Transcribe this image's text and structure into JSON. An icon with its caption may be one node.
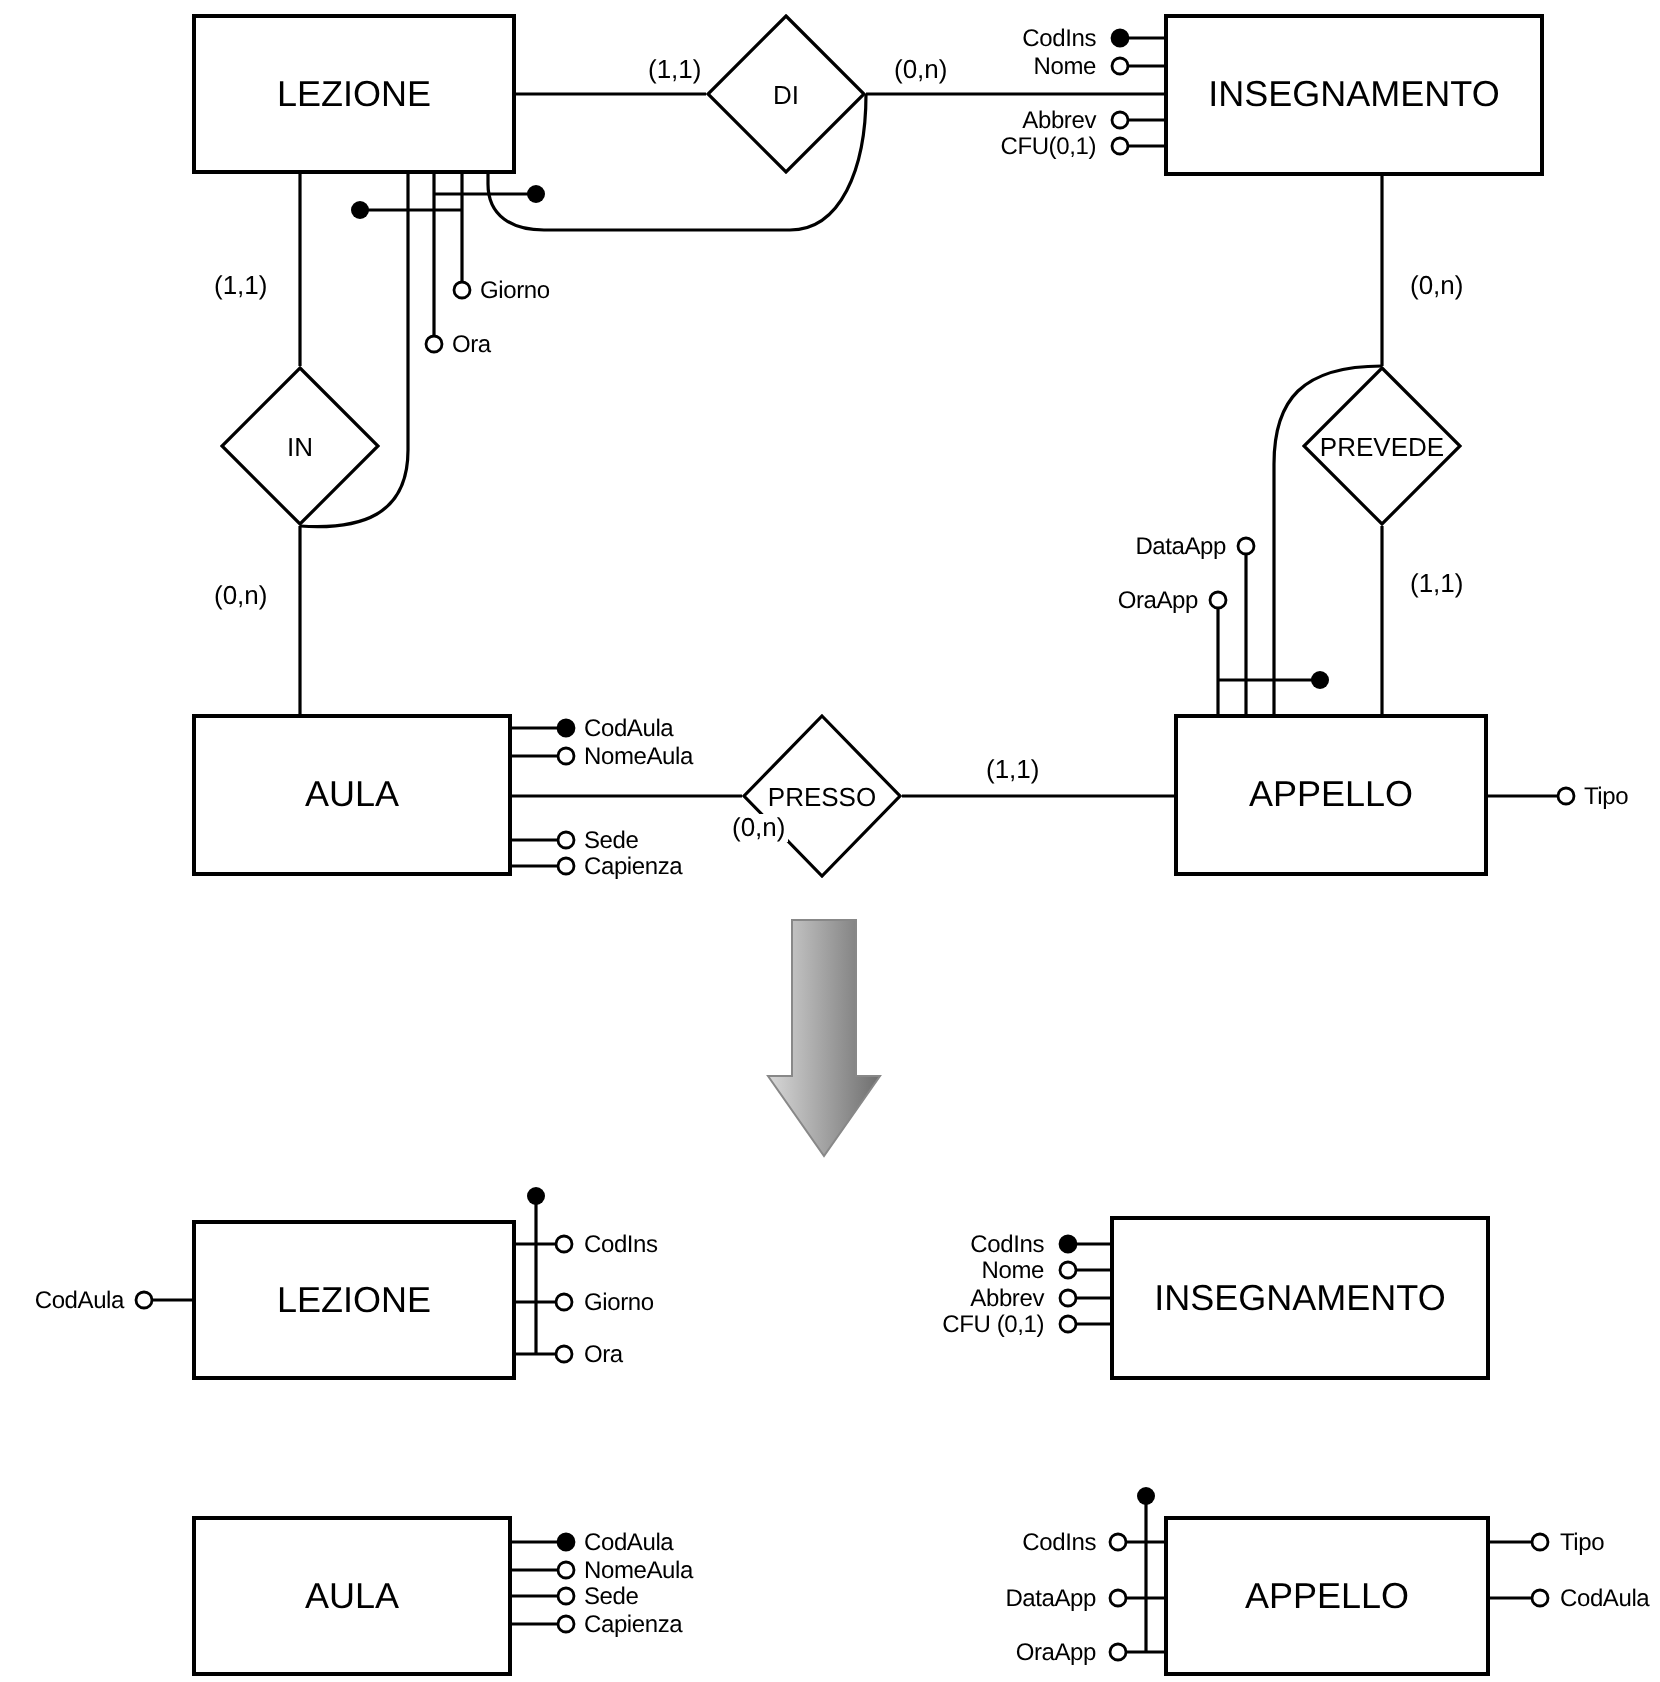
{
  "diagram": {
    "nodes": [
      {
        "text": [
          "LEZIONE"
        ],
        "beside": [
          "Giorno",
          "Ora"
        ]
      },
      {
        "text": [
          "DI"
        ]
      },
      {
        "text": [
          "INSEGNAMENTO"
        ],
        "beside": [
          "CodIns",
          "Nome",
          "Abbrev",
          "CFU(0,1)"
        ]
      },
      {
        "text": [
          "IN"
        ]
      },
      {
        "text": [
          "PREVEDE"
        ]
      },
      {
        "text": [
          "AULA"
        ],
        "beside": [
          "CodAula",
          "NomeAula",
          "Sede",
          "Capienza"
        ]
      },
      {
        "text": [
          "PRESSO"
        ]
      },
      {
        "text": [
          "APPELLO"
        ],
        "beside": [
          "DataApp",
          "OraApp",
          "Tipo"
        ]
      },
      {
        "text": [
          "LEZIONE"
        ],
        "beside": [
          "CodAula",
          "CodIns",
          "Giorno",
          "Ora"
        ]
      },
      {
        "text": [
          "INSEGNAMENTO"
        ],
        "beside": [
          "CodIns",
          "Nome",
          "Abbrev",
          "CFU (0,1)"
        ]
      },
      {
        "text": [
          "AULA"
        ],
        "beside": [
          "CodAula",
          "NomeAula",
          "Sede",
          "Capienza"
        ]
      },
      {
        "text": [
          "APPELLO"
        ],
        "beside": [
          "CodIns",
          "DataApp",
          "OraApp",
          "Tipo",
          "CodAula"
        ]
      }
    ],
    "edges": [
      {
        "from": 0,
        "to": 1,
        "arrow": "none",
        "label": "(1,1)"
      },
      {
        "from": 1,
        "to": 2,
        "arrow": "none",
        "label": "(0,n)"
      },
      {
        "from": 0,
        "to": 3,
        "arrow": "none",
        "label": "(1,1)"
      },
      {
        "from": 3,
        "to": 5,
        "arrow": "none",
        "label": "(0,n)"
      },
      {
        "from": 2,
        "to": 4,
        "arrow": "none",
        "label": "(0,n)"
      },
      {
        "from": 4,
        "to": 7,
        "arrow": "none",
        "label": "(1,1)"
      },
      {
        "from": 5,
        "to": 6,
        "arrow": "none",
        "label": "(0,n)"
      },
      {
        "from": 6,
        "to": 7,
        "arrow": "none",
        "label": "(1,1)"
      },
      {
        "from": 0,
        "to": 3,
        "arrow": "none"
      },
      {
        "from": 0,
        "to": 1,
        "arrow": "none"
      },
      {
        "from": 7,
        "to": 4,
        "arrow": "none"
      }
    ]
  }
}
